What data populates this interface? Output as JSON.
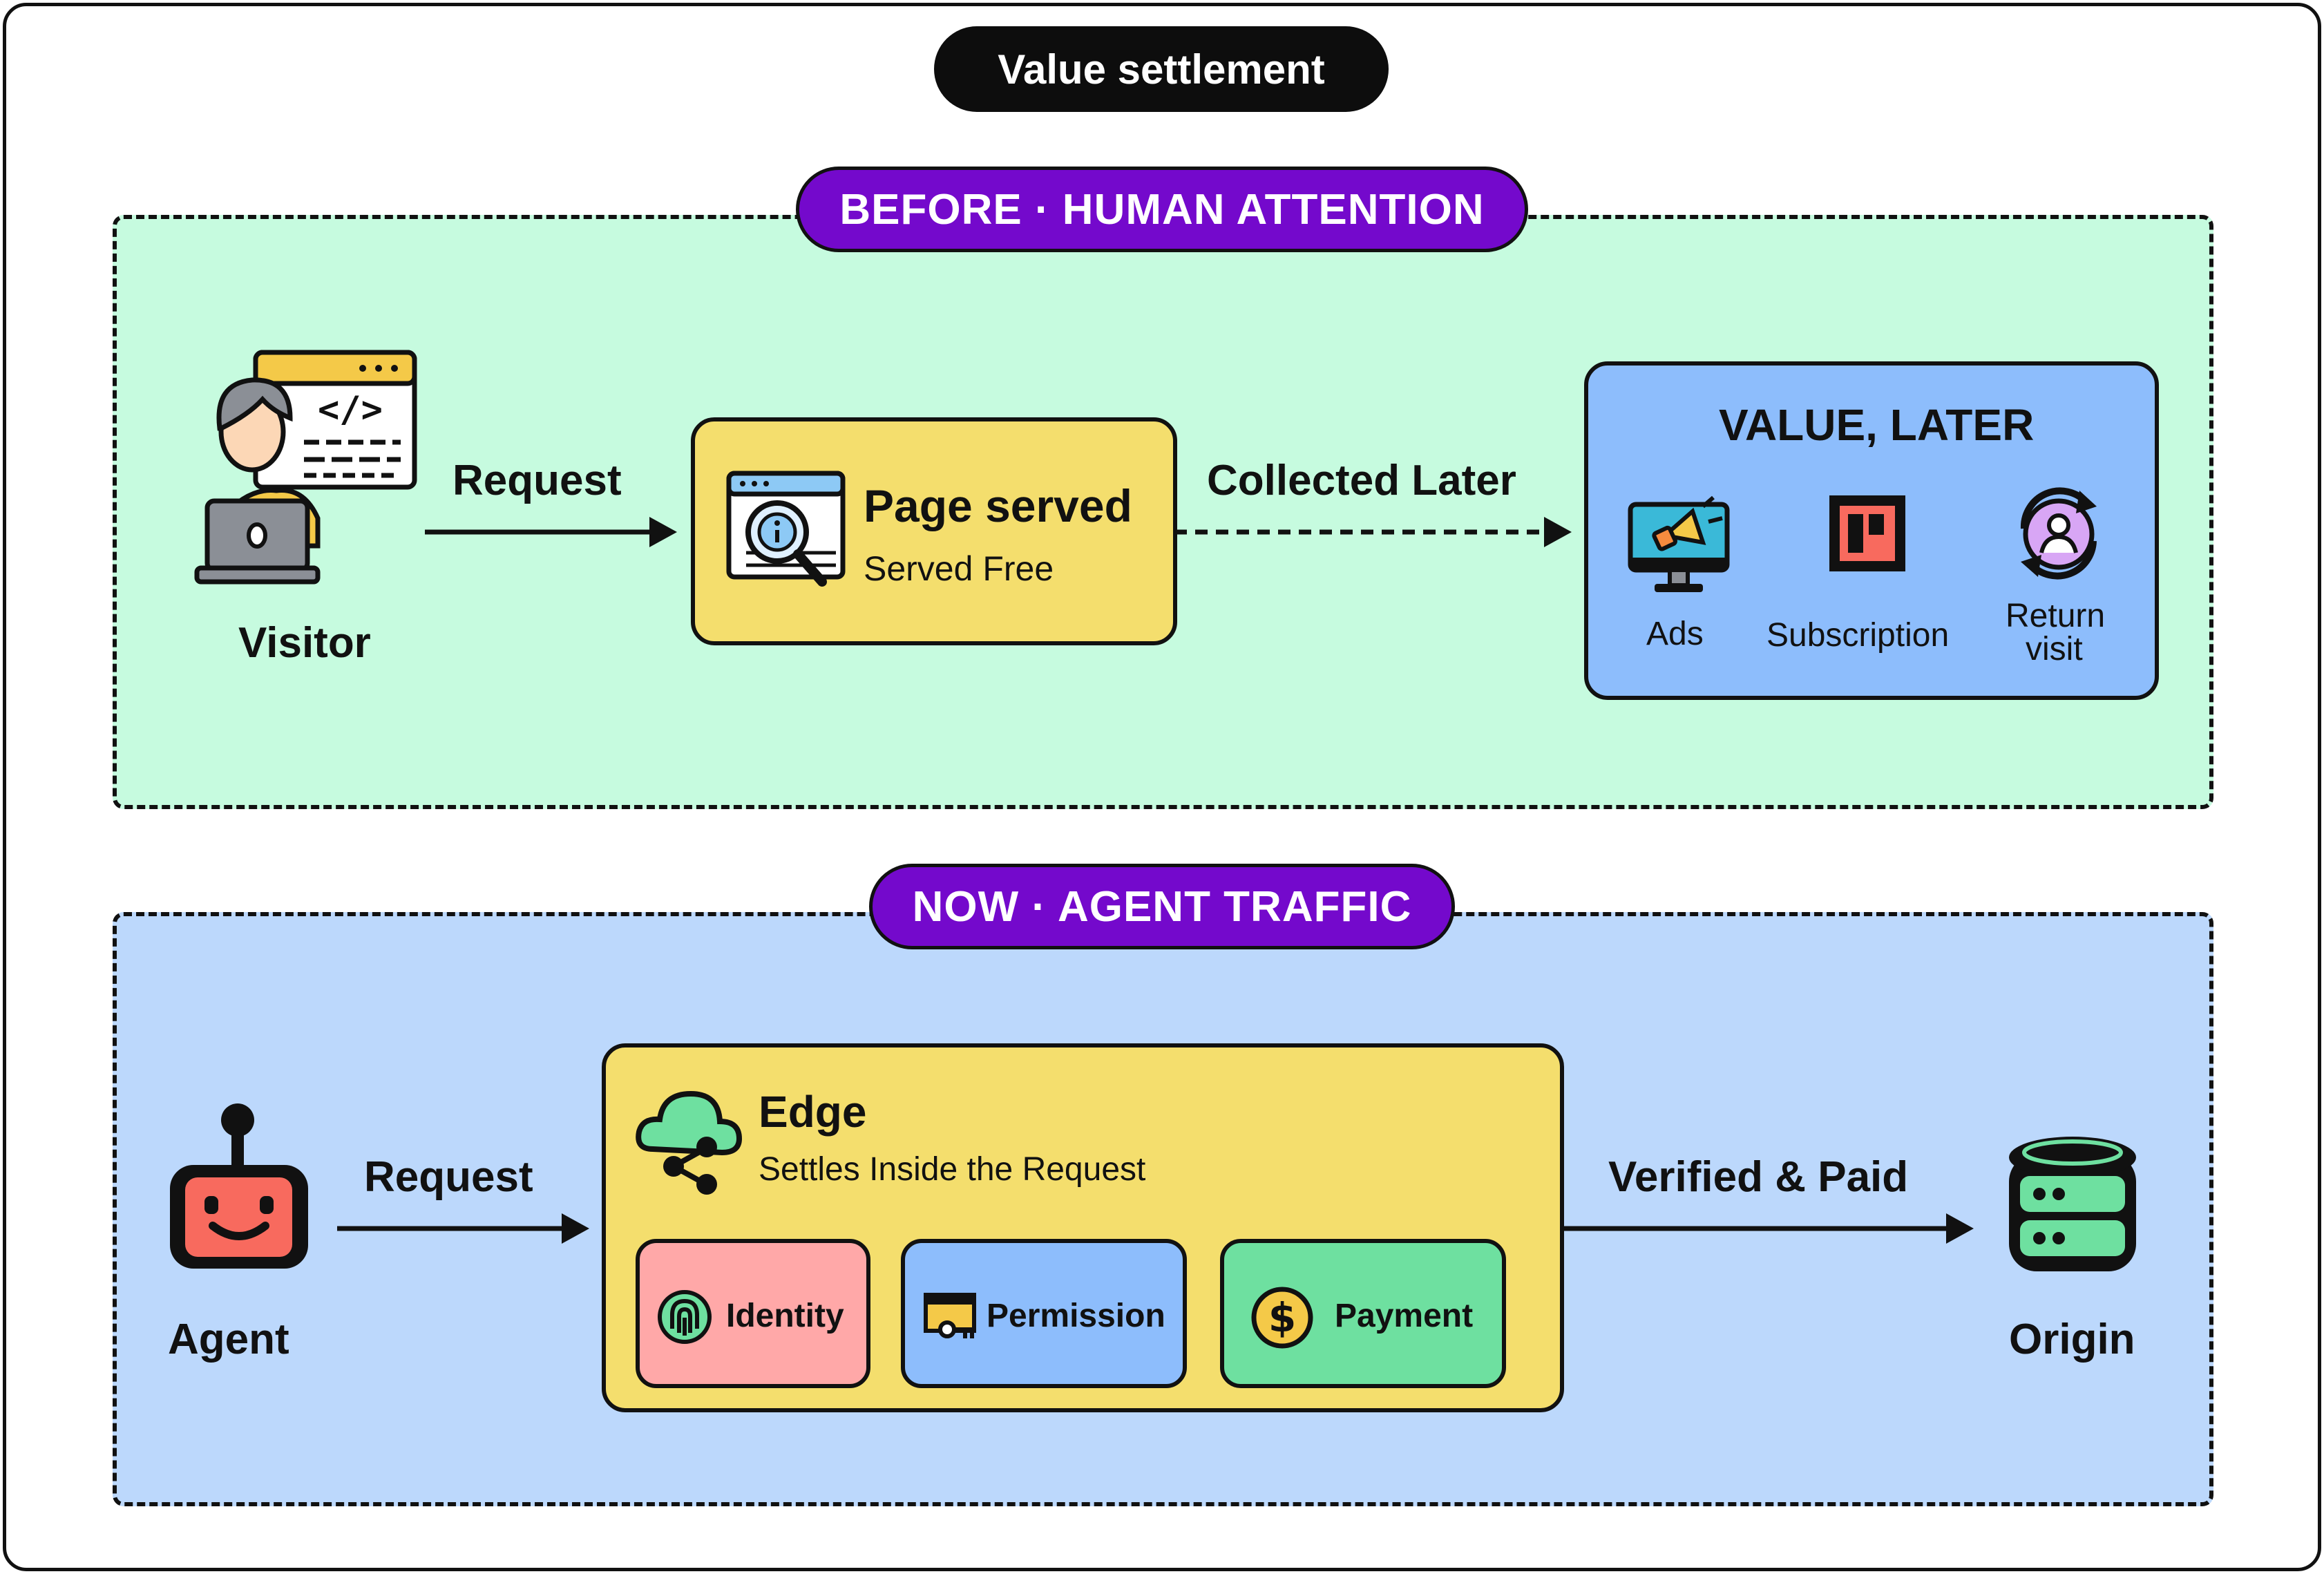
{
  "title": "Value settlement",
  "before": {
    "tag": "BEFORE · HUMAN ATTENTION",
    "visitor_label": "Visitor",
    "request_label": "Request",
    "page_box": {
      "title": "Page served",
      "subtitle": "Served Free"
    },
    "collected_label": "Collected Later",
    "value_box": {
      "title": "VALUE, LATER",
      "items": [
        {
          "label": "Ads",
          "icon": "ad-monitor-megaphone-icon"
        },
        {
          "label": "Subscription",
          "icon": "subscription-board-icon"
        },
        {
          "label_line1": "Return",
          "label_line2": "visit",
          "icon": "return-visit-user-refresh-icon"
        }
      ]
    }
  },
  "now": {
    "tag": "NOW · AGENT TRAFFIC",
    "agent_label": "Agent",
    "request_label": "Request",
    "edge_box": {
      "title": "Edge",
      "subtitle": "Settles Inside the Request",
      "chips": [
        {
          "label": "Identity",
          "icon": "fingerprint-icon",
          "color": "#ffa8a8"
        },
        {
          "label": "Permission",
          "icon": "window-key-icon",
          "color": "#8dbdfc"
        },
        {
          "label": "Payment",
          "icon": "dollar-coin-icon",
          "color": "#6ee0a0"
        }
      ]
    },
    "verified_label": "Verified & Paid",
    "origin_label": "Origin"
  },
  "colors": {
    "before_bg": "#c6fbdf",
    "now_bg": "#bcd8fc",
    "tag_purple": "#7409cc",
    "box_yellow": "#f4de6d",
    "box_blue": "#8dbdfc"
  }
}
